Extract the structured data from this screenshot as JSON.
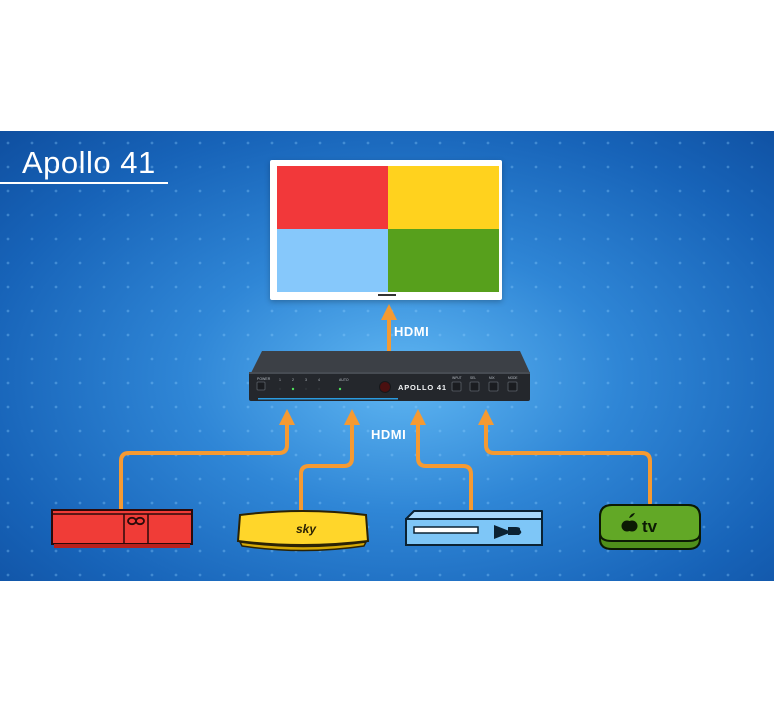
{
  "title": "Apollo 41",
  "tv": {
    "quadrants": [
      "red",
      "yellow",
      "light-blue",
      "green"
    ]
  },
  "labels": {
    "hdmi_output": "HDMI",
    "hdmi_inputs": "HDMI"
  },
  "switcher": {
    "model": "APOLLO 41",
    "power_label": "POWER",
    "indicator_labels": [
      "1",
      "2",
      "3",
      "4",
      "AUTO"
    ],
    "button_labels": [
      "INPUT",
      "SEL",
      "MIX",
      "MODE"
    ]
  },
  "sources": [
    {
      "name": "virgin-box",
      "color": "#f03c37"
    },
    {
      "name": "sky-box",
      "color": "#ffd62a",
      "logo": "sky"
    },
    {
      "name": "bluray-player",
      "color": "#7ec6f7"
    },
    {
      "name": "apple-tv",
      "color": "#62a826",
      "logo": "tv"
    }
  ],
  "colors": {
    "background": "#1f78cf",
    "wire": "#f59a32"
  }
}
